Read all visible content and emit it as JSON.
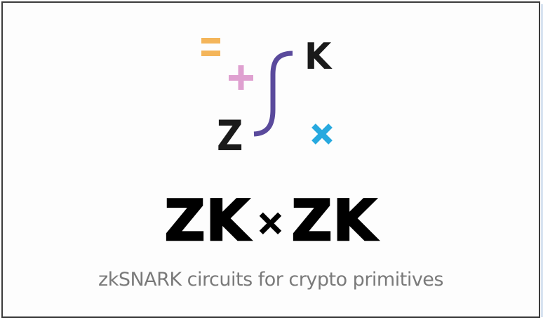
{
  "logo": {
    "symbols": [
      {
        "name": "equals",
        "glyph": "=",
        "color": "#f4b55a"
      },
      {
        "name": "plus",
        "glyph": "+",
        "color": "#dfa0d0"
      },
      {
        "name": "integral",
        "glyph": "∫",
        "color": "#5a4a9c"
      },
      {
        "name": "times",
        "glyph": "×",
        "color": "#27a9df"
      }
    ],
    "letter_top": "K",
    "letter_bottom": "Z"
  },
  "title": {
    "left": "ZK",
    "operator": "×",
    "right": "ZK"
  },
  "subtitle": "zkSNARK circuits for crypto primitives",
  "colors": {
    "text": "#000000",
    "subtitle": "#7a7a7a",
    "background": "#fdfdfd",
    "border": "#3c3c3c",
    "equals": "#f4b55a",
    "plus": "#dfa0d0",
    "integral": "#5a4a9c",
    "times": "#27a9df"
  }
}
